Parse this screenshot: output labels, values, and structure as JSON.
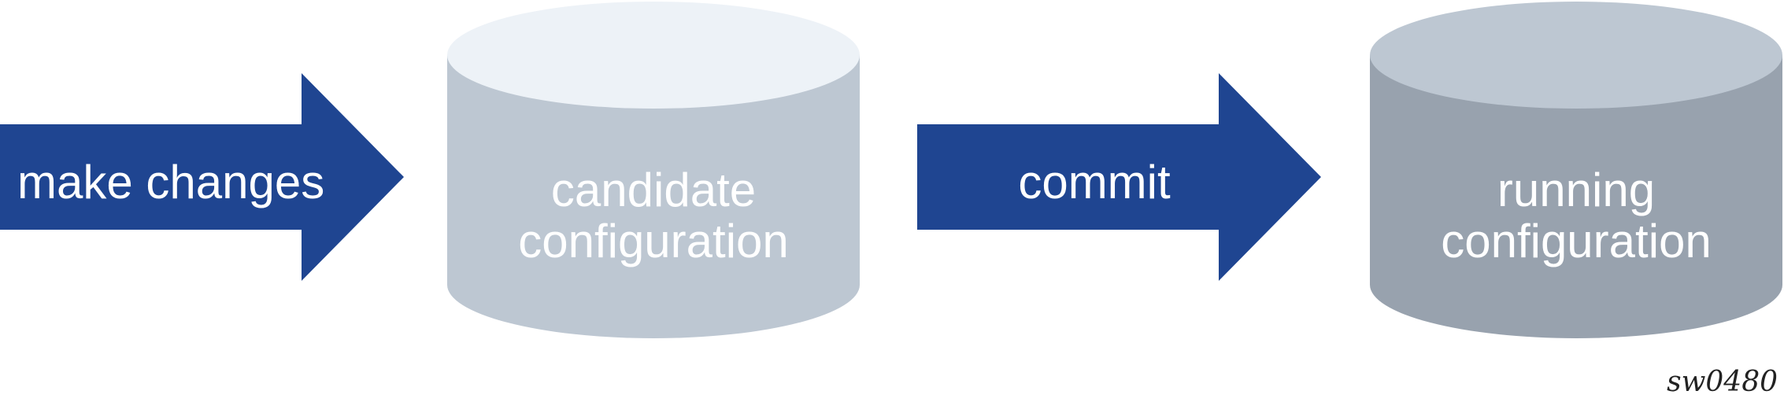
{
  "arrows": {
    "make_changes": "make changes",
    "commit": "commit"
  },
  "databases": {
    "candidate": {
      "line1": "candidate",
      "line2": "configuration"
    },
    "running": {
      "line1": "running",
      "line2": "configuration"
    }
  },
  "figure_id": "sw0480",
  "colors": {
    "arrow": "#1f4591",
    "candidate_body": "#bdc7d2",
    "candidate_top": "#edf2f7",
    "running_body": "#98a2ae",
    "running_top": "#bdc7d2",
    "text": "#ffffff"
  }
}
